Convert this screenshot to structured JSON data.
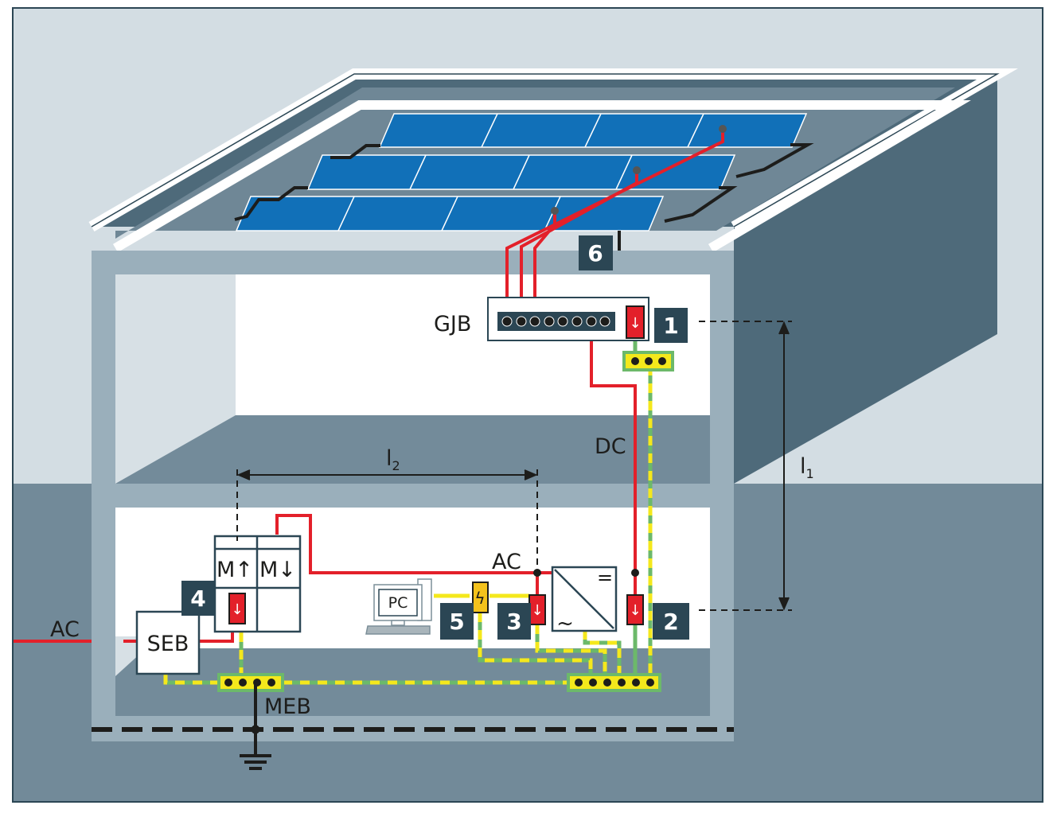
{
  "labels": {
    "gjb": "GJB",
    "dc": "DC",
    "ac_inside": "AC",
    "ac_outside": "AC",
    "seb": "SEB",
    "meb": "MEB",
    "pc": "PC",
    "meter_up": "M↑",
    "meter_down": "M↓",
    "l1": "l",
    "l1_sub": "1",
    "l2": "l",
    "l2_sub": "2",
    "inverter_dc": "=",
    "inverter_ac": "~"
  },
  "markers": [
    "1",
    "2",
    "3",
    "4",
    "5",
    "6"
  ],
  "colors": {
    "sky": "#d3dde3",
    "ground": "#728a99",
    "wall": "#9aafbb",
    "roof_side": "#4e6a7a",
    "panel": "#1170b8",
    "dc_line": "#e3202a",
    "earth_green": "#6cb96a",
    "earth_yellow": "#f4e81c",
    "marker_bg": "#2b4654"
  }
}
